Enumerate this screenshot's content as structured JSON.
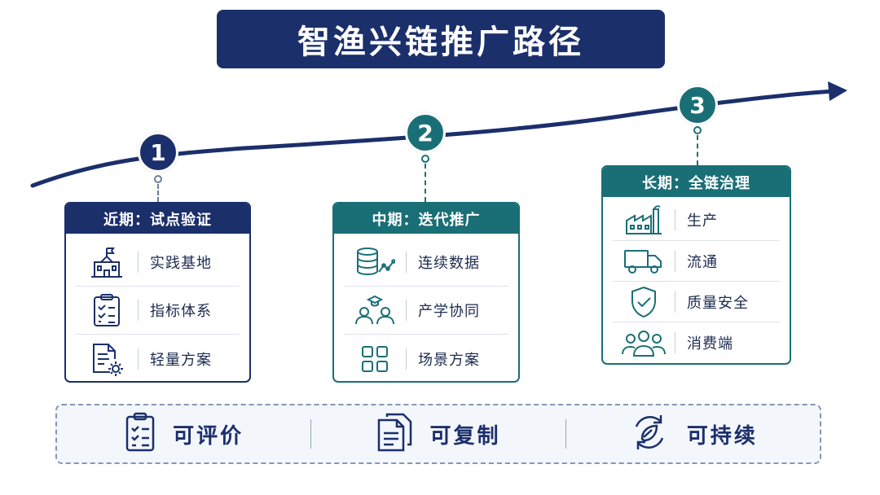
{
  "title": "智渔兴链推广路径",
  "milestones": [
    "1",
    "2",
    "3"
  ],
  "phases": [
    {
      "heading": "近期：试点验证",
      "items": [
        {
          "icon": "school-building-icon",
          "label": "实践基地"
        },
        {
          "icon": "checklist-clipboard-icon",
          "label": "指标体系"
        },
        {
          "icon": "document-gear-icon",
          "label": "轻量方案"
        }
      ]
    },
    {
      "heading": "中期：迭代推广",
      "items": [
        {
          "icon": "database-chart-icon",
          "label": "连续数据"
        },
        {
          "icon": "people-graduation-icon",
          "label": "产学协同"
        },
        {
          "icon": "grid-apps-icon",
          "label": "场景方案"
        }
      ]
    },
    {
      "heading": "长期：全链治理",
      "items": [
        {
          "icon": "factory-icon",
          "label": "生产"
        },
        {
          "icon": "truck-icon",
          "label": "流通"
        },
        {
          "icon": "shield-check-icon",
          "label": "质量安全"
        },
        {
          "icon": "group-people-icon",
          "label": "消费端"
        }
      ]
    }
  ],
  "features": [
    {
      "icon": "checklist-icon",
      "label": "可评价"
    },
    {
      "icon": "copy-document-icon",
      "label": "可复制"
    },
    {
      "icon": "recycle-leaf-icon",
      "label": "可持续"
    }
  ],
  "colors": {
    "navy": "#1b2f6b",
    "teal": "#1a6f76"
  }
}
